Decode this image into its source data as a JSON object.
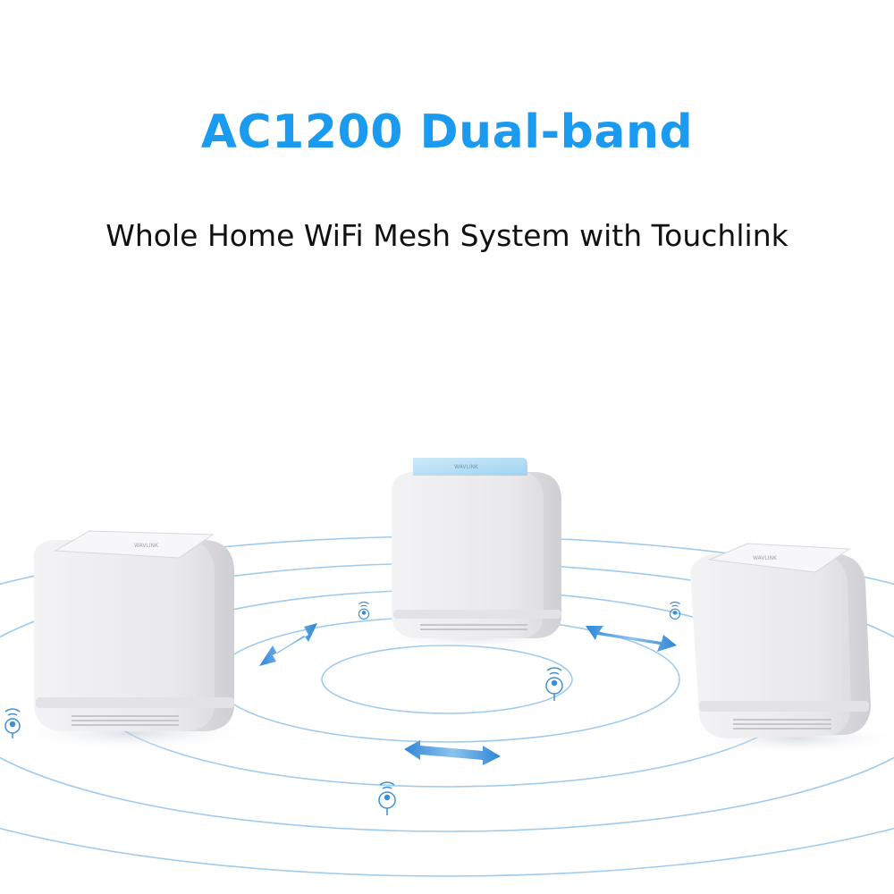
{
  "headline": "AC1200 Dual-band",
  "subline": "Whole Home WiFi Mesh System with Touchlink",
  "colors": {
    "accent": "#1a9bf0",
    "ring": "#9fcbee",
    "arrow": "#3b8fd8",
    "node_body": "#ececee",
    "node_top_main": "#bfe1f5",
    "node_top_side": "#f6f6f8"
  },
  "nodes": [
    {
      "name": "left-node",
      "top": "side"
    },
    {
      "name": "center-node",
      "top": "main"
    },
    {
      "name": "right-node",
      "top": "side"
    }
  ],
  "icons": [
    "wifi-user-icon",
    "wifi-user-icon",
    "wifi-user-icon",
    "wifi-user-icon",
    "wifi-user-icon"
  ],
  "arrows": [
    "left-link-arrow",
    "right-link-arrow",
    "bottom-link-arrow"
  ]
}
